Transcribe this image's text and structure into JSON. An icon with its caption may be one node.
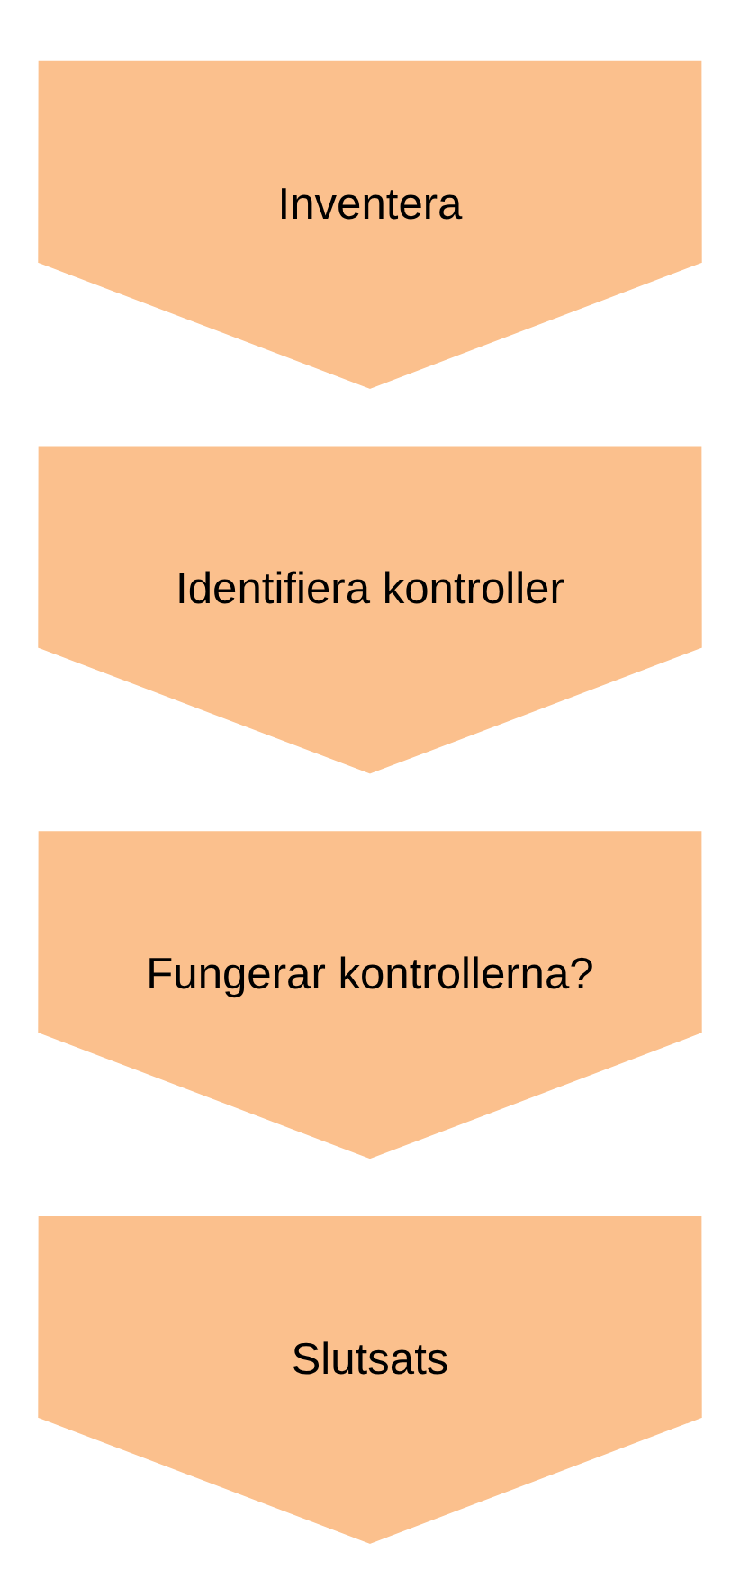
{
  "diagram": {
    "nodes": [
      {
        "text": [
          "Inventera"
        ]
      },
      {
        "text": [
          "Identifiera kontroller"
        ]
      },
      {
        "text": [
          "Fungerar kontrollerna?"
        ]
      },
      {
        "text": [
          "Slutsats"
        ]
      }
    ]
  }
}
